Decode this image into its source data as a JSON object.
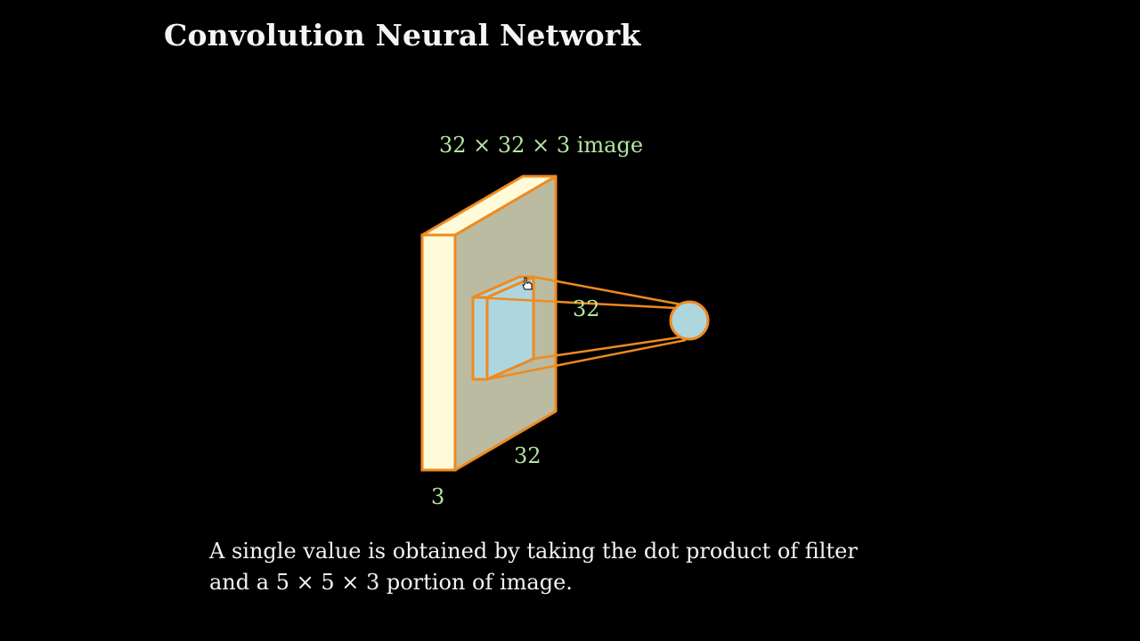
{
  "title": "Convolution Neural Network",
  "diagram": {
    "image_label": "32 × 32 × 3 image",
    "width_label": "32",
    "height_label": "32",
    "depth_label": "3"
  },
  "caption": {
    "line1": "A single value is obtained by taking the dot product of filter",
    "line2": "and a 5 × 5 × 3 portion of image."
  },
  "colors": {
    "background": "#000000",
    "outline": "#ef8a1f",
    "image_front_face": "#fffbd9",
    "image_side_face": "#bbbba2",
    "filter_face": "#aed6df",
    "neuron": "#aed6df",
    "label_green": "#b3e6a1",
    "text": "#f2f2f2"
  }
}
